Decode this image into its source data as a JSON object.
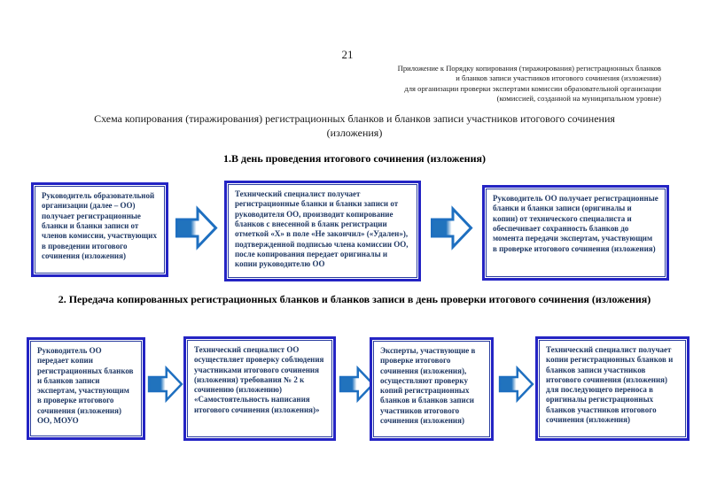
{
  "header": {
    "page_number": "21",
    "annotation_lines": [
      "Приложение к Порядку копирования (тиражирования) регистрационных бланков",
      "и бланков записи участников итогового сочинения (изложения)",
      "для организации проверки экспертами комиссии образовательной организации",
      "(комиссией, созданной на муниципальном уровне)"
    ]
  },
  "title": "Схема копирования (тиражирования) регистрационных бланков и бланков записи участников итогового сочинения (изложения)",
  "section1": {
    "heading": "1.В день проведения итогового сочинения (изложения)",
    "boxes": [
      "Руководитель образовательной организации (далее – ОО) получает регистрационные бланки и бланки записи от членов комиссии, участвующих в проведении итогового сочинения (изложения)",
      "Технический специалист получает регистрационные бланки и бланки записи от руководителя ОО, производит копирование бланков с внесенной в бланк регистрации отметкой «Х» в поле «Не закончил» («Удален»), подтвержденной подписью члена комиссии ОО, после копирования передает оригиналы и копии руководителю ОО",
      "Руководитель ОО получает регистрационные бланки и бланки записи (оригиналы и копии) от технического специалиста и обеспечивает сохранность бланков до момента передачи экспертам, участвующим в проверке итогового сочинения (изложения)"
    ]
  },
  "section2": {
    "heading": "2. Передача копированных регистрационных бланков и бланков записи в день проверки итогового сочинения (изложения)",
    "boxes": [
      "Руководитель ОО передает копии регистрационных бланков и бланков записи экспертам, участвующим в проверке итогового сочинения (изложения) ОО, МОУО",
      "Технический специалист ОО осуществляет проверку соблюдения участниками итогового сочинения (изложения) требования № 2 к сочинению (изложению) «Самостоятельность написания итогового сочинения (изложения)»",
      "Эксперты, участвующие в проверке итогового сочинения (изложения), осуществляют проверку копий регистрационных бланков и бланков записи участников итогового сочинения (изложения)",
      "Технический специалист получает копии регистрационных бланков и бланков записи участников итогового сочинения (изложения) для последующего переноса в оригиналы регистрационных бланков участников итогового сочинения (изложения)"
    ]
  },
  "colors": {
    "box_border": "#2424c4",
    "box_border_inner": "#2a3d9e",
    "box_text": "#1f3864",
    "arrow_stroke": "#1e6fc0",
    "arrow_fill_solid": "#2173bd"
  },
  "icons": {
    "flow_arrow": "right-block-arrow"
  }
}
